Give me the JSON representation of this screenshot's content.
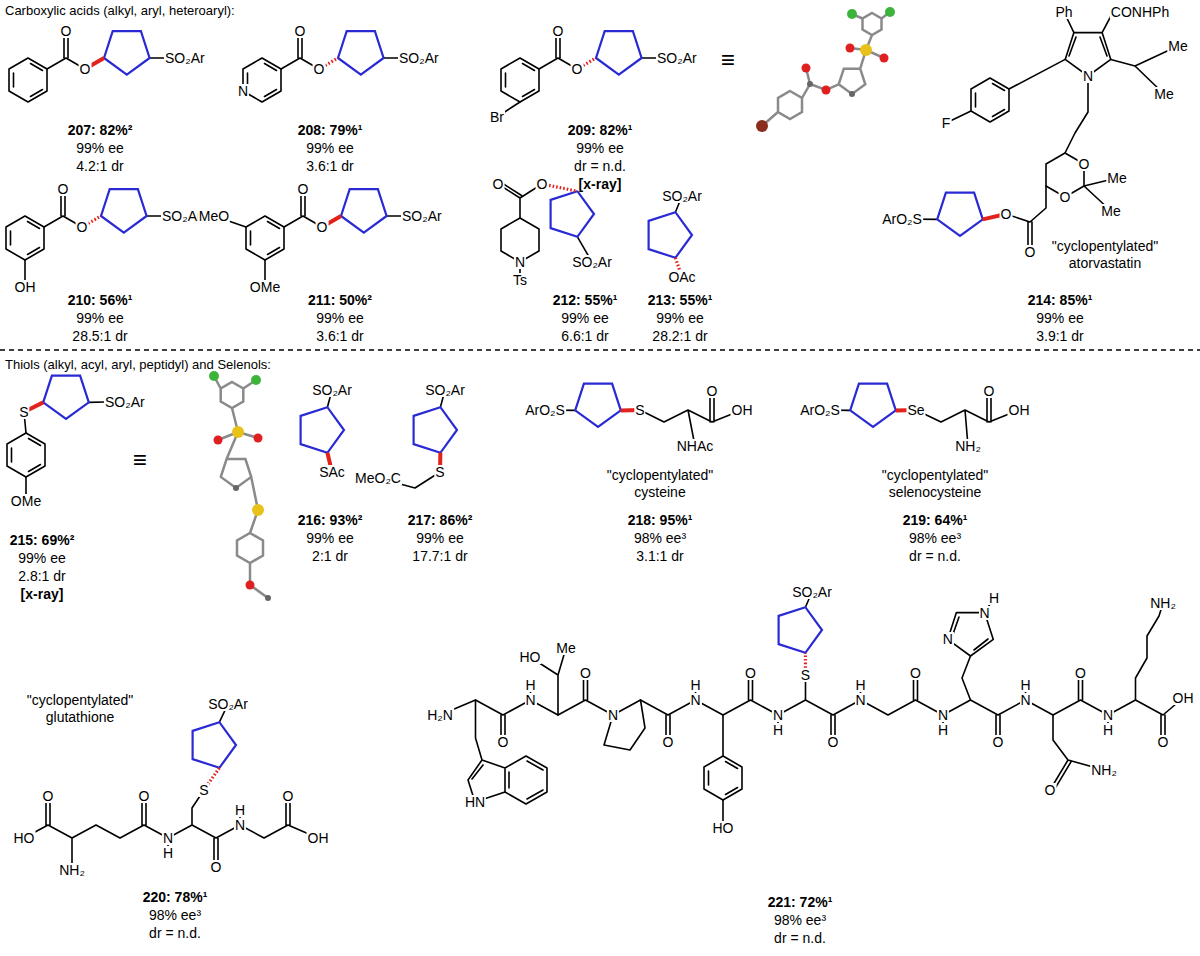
{
  "diagram": {
    "labels": [
      "Carboxylic acids (alkyl, aryl, heteroaryl):",
      "O",
      "O",
      "SO₂Ar",
      "207: 82%²",
      "99% ee",
      "4.2:1 dr",
      "O",
      "O",
      "N",
      "SO₂Ar",
      "208: 79%¹",
      "99% ee",
      "3.6:1 dr",
      "Br",
      "O",
      "O",
      "SO₂Ar",
      "≡",
      "209: 82%¹",
      "99% ee",
      "dr = n.d.",
      "[x-ray]",
      "Ph",
      "CONHPh",
      "N",
      "Me",
      "Me",
      "F",
      "O",
      "O",
      "Me",
      "Me",
      "ArO₂S",
      "O",
      "O",
      "\"cyclopentylated\"",
      "atorvastatin",
      "214: 85%¹",
      "99% ee",
      "3.9:1 dr",
      "O",
      "O",
      "OH",
      "SO₂Ar",
      "210: 56%¹",
      "99% ee",
      "28.5:1 dr",
      "MeO",
      "O",
      "O",
      "OMe",
      "SO₂Ar",
      "211: 50%²",
      "99% ee",
      "3.6:1 dr",
      "O",
      "O",
      "N",
      "Ts",
      "SO₂Ar",
      "212: 55%¹",
      "99% ee",
      "6.6:1 dr",
      "SO₂Ar",
      "OAc",
      "213: 55%¹",
      "99% ee",
      "28.2:1 dr",
      "Thiols (alkyl, acyl, aryl, peptidyl) and Selenols:",
      "S",
      "SO₂Ar",
      "OMe",
      "≡",
      "215: 69%²",
      "99% ee",
      "2.8:1 dr",
      "[x-ray]",
      "SO₂Ar",
      "SAc",
      "216: 93%²",
      "99% ee",
      "2:1 dr",
      "SO₂Ar",
      "S",
      "MeO₂C",
      "217: 86%²",
      "99% ee",
      "17.7:1 dr",
      "ArO₂S",
      "S",
      "O",
      "OH",
      "NHAc",
      "\"cyclopentylated\"",
      "cysteine",
      "218: 95%¹",
      "98% ee³",
      "3.1:1 dr",
      "ArO₂S",
      "Se",
      "O",
      "OH",
      "NH₂",
      "\"cyclopentylated\"",
      "selenocysteine",
      "219: 64%¹",
      "98% ee³",
      "dr = n.d.",
      "\"cyclopentylated\"",
      "glutathione",
      "SO₂Ar",
      "S",
      "O",
      "HO",
      "NH₂",
      "O",
      "N",
      "H",
      "O",
      "H",
      "N",
      "O",
      "OH",
      "220: 78%¹",
      "98% ee³",
      "dr = n.d.",
      "NH₂",
      "HO",
      "Me",
      "SO₂Ar",
      "H",
      "N",
      "N",
      "H₂N",
      "O",
      "H",
      "N",
      "S",
      "O",
      "H",
      "N",
      "O",
      "H",
      "N",
      "O",
      "H",
      "N",
      "OH",
      "O",
      "N",
      "O",
      "N",
      "H",
      "O",
      "N",
      "H",
      "O",
      "N",
      "H",
      "O",
      "O",
      "NH₂",
      "HN",
      "HO",
      "221: 72%¹",
      "98% ee³",
      "dr = n.d."
    ]
  }
}
